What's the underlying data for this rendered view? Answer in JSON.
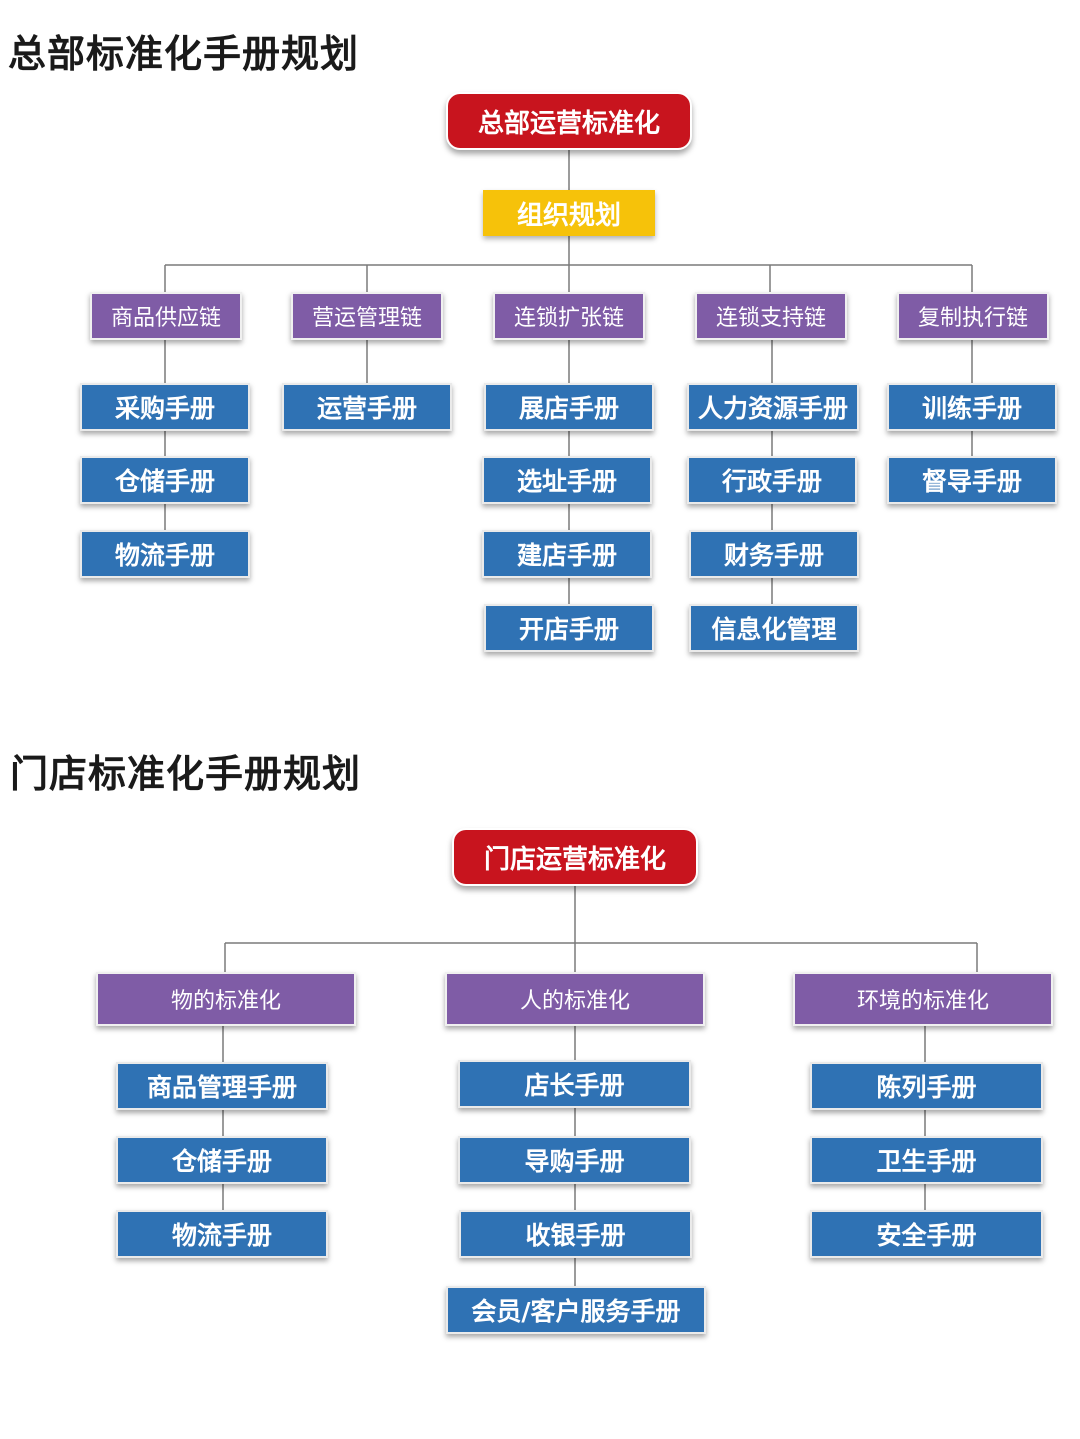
{
  "hq": {
    "title": "总部标准化手册规划",
    "root": "总部运营标准化",
    "org": "组织规划",
    "chains": [
      {
        "label": "商品供应链",
        "manuals": [
          "采购手册",
          "仓储手册",
          "物流手册"
        ]
      },
      {
        "label": "营运管理链",
        "manuals": [
          "运营手册"
        ]
      },
      {
        "label": "连锁扩张链",
        "manuals": [
          "展店手册",
          "选址手册",
          "建店手册",
          "开店手册"
        ]
      },
      {
        "label": "连锁支持链",
        "manuals": [
          "人力资源手册",
          "行政手册",
          "财务手册",
          "信息化管理"
        ]
      },
      {
        "label": "复制执行链",
        "manuals": [
          "训练手册",
          "督导手册"
        ]
      }
    ]
  },
  "store": {
    "title": "门店标准化手册规划",
    "root": "门店运营标准化",
    "groups": [
      {
        "label": "物的标准化",
        "manuals": [
          "商品管理手册",
          "仓储手册",
          "物流手册"
        ]
      },
      {
        "label": "人的标准化",
        "manuals": [
          "店长手册",
          "导购手册",
          "收银手册",
          "会员/客户服务手册"
        ]
      },
      {
        "label": "环境的标准化",
        "manuals": [
          "陈列手册",
          "卫生手册",
          "安全手册"
        ]
      }
    ]
  },
  "colors": {
    "root": "#c8141e",
    "org": "#f6c20a",
    "category": "#7f5ca6",
    "manual": "#2f72b4",
    "connector": "#7a7a7a"
  }
}
